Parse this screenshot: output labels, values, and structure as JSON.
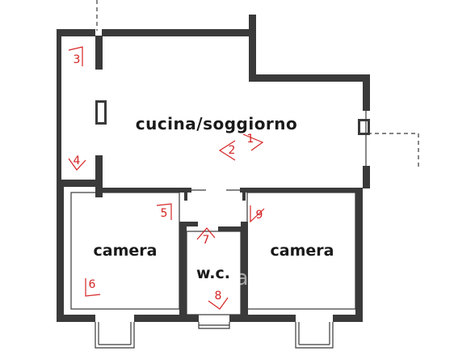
{
  "rooms": {
    "kitchen_living": "cucina/soggiorno",
    "bedroom_left": "camera",
    "bathroom": "w.c.",
    "bedroom_right": "camera"
  },
  "photo_markers": [
    "3",
    "4",
    "2",
    "1",
    "5",
    "9",
    "7",
    "6",
    "8"
  ],
  "watermark": "casa.it",
  "colors": {
    "walls": "#3a3a3a",
    "markers": "#d42424",
    "background": "#ffffff"
  }
}
